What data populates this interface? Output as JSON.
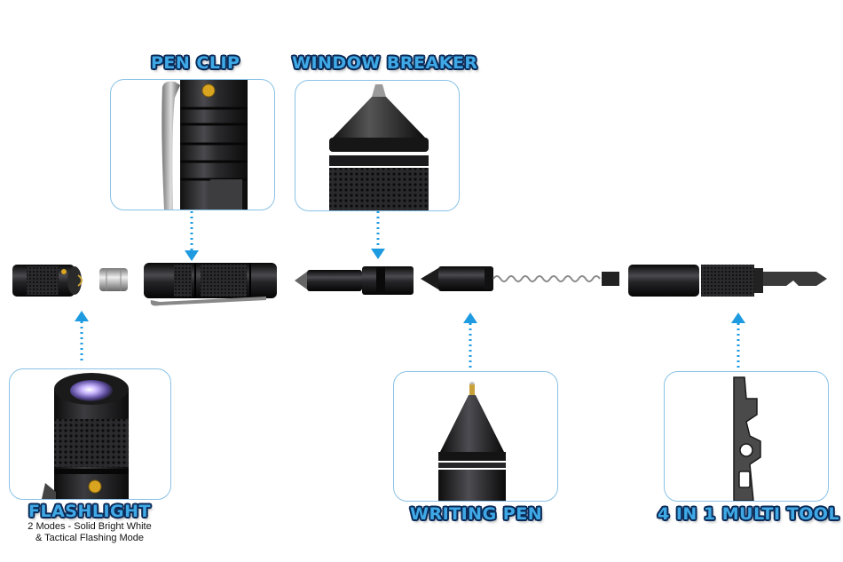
{
  "features": {
    "pen_clip": {
      "title": "PEN CLIP"
    },
    "window_breaker": {
      "title": "WINDOW BREAKER"
    },
    "flashlight": {
      "title": "FLASHLIGHT",
      "desc_line1": "2 Modes - Solid Bright White",
      "desc_line2": "& Tactical Flashing Mode"
    },
    "writing_pen": {
      "title": "WRITING PEN"
    },
    "multi_tool": {
      "title": "4 IN 1 MULTI TOOL"
    }
  },
  "colors": {
    "label_fill": "#3fa9e6",
    "label_outline": "#0b2a57",
    "panel_border": "#8ac2e6",
    "arrow": "#1e9be0",
    "metal_dark": "#1c1c1e",
    "metal_mid": "#3a3a3e"
  }
}
